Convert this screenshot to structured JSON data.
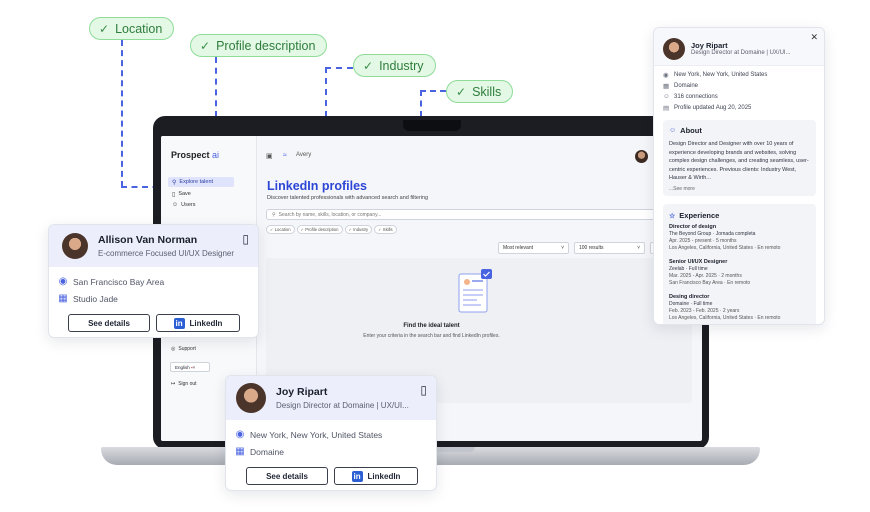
{
  "pills": [
    {
      "label": "Location"
    },
    {
      "label": "Profile description"
    },
    {
      "label": "Industry"
    },
    {
      "label": "Skills"
    }
  ],
  "app": {
    "logo_main": "Prospect",
    "logo_suffix": "ai",
    "workspace": "Avery",
    "nav": [
      "Explore talent",
      "Save",
      "Users"
    ],
    "nav_low": [
      "Support",
      "Sign out"
    ],
    "language": "English",
    "page_title": "LinkedIn profiles",
    "page_subtitle": "Discover talented professionals with advanced search and filtering",
    "search_placeholder": "Search by name, skills, location, or company...",
    "chips": [
      "Location",
      "Profile description",
      "Industry",
      "Skills"
    ],
    "sort": "Most relevant",
    "results": "100 results",
    "empty_title": "Find the ideal talent",
    "empty_sub": "Enter your criteria in the search bar and find LinkedIn profiles."
  },
  "card_allison": {
    "name": "Allison Van Norman",
    "role": "E-commerce Focused UI/UX Designer",
    "location": "San Francisco Bay Area",
    "company": "Studio Jade",
    "details_btn": "See details",
    "linkedin_btn": "LinkedIn"
  },
  "card_joy": {
    "name": "Joy Ripart",
    "role": "Design Director at Domaine | UX/UI...",
    "location": "New York, New York, United States",
    "company": "Domaine",
    "details_btn": "See details",
    "linkedin_btn": "LinkedIn"
  },
  "panel": {
    "name": "Joy Ripart",
    "role": "Design Director at Domaine | UX/UI...",
    "location": "New York, New York, United States",
    "company": "Domaine",
    "connections": "316 connections",
    "updated": "Profile updated Aug 20, 2025",
    "about_title": "About",
    "about_text": "Design Director and Designer with over 10 years of experience developing brands and websites, solving complex design challenges, and creating seamless, user-centric experiences. Previous clients: Industry West, Hauser & Wirth...",
    "see_more": "...See more",
    "experience_title": "Experience",
    "experience": [
      {
        "title": "Director of design",
        "company": "The Beyond Group · Jornada completa",
        "dates": "Apr. 2025 - present · 5 months",
        "place": "Los Angeles, California, United States · En remoto"
      },
      {
        "title": "Senior UI/UX Designer",
        "company": "Zeelab · Full time",
        "dates": "Mar. 2025 - Apr. 2025 · 2 months",
        "place": "San Francisco Bay Area · En remoto"
      },
      {
        "title": "Desing director",
        "company": "Domaine · Full time",
        "dates": "Feb. 2023 - Feb. 2025 · 2 years",
        "place": "Los Angeles, California, United States · En remoto"
      }
    ]
  },
  "colors": {
    "accent": "#4a63e0",
    "pill_bg": "#e3f8e5",
    "pill_text": "#2f7d3c",
    "card_head": "#eceefc"
  }
}
